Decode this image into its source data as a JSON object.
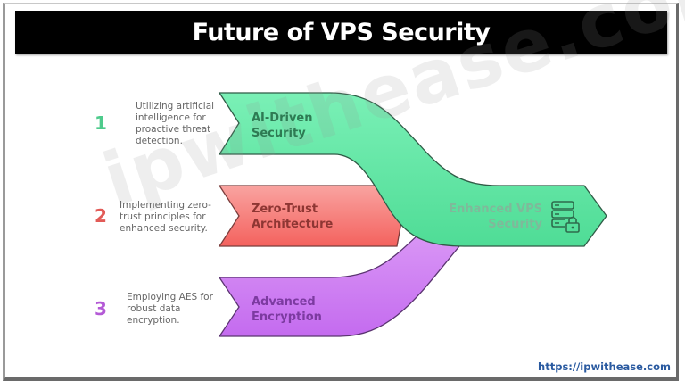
{
  "title": "Future of VPS Security",
  "items": [
    {
      "number": "1",
      "description": "Utilizing artificial intelligence for proactive threat detection.",
      "description_lines": [
        "Utilizing artificial",
        "intelligence for",
        "proactive threat",
        "detection."
      ],
      "label_lines": [
        "AI-Driven",
        "Security"
      ],
      "color": "#5fe3a1",
      "number_color": "#4ecb8c",
      "label_color": "#2e7a53"
    },
    {
      "number": "2",
      "description": "Implementing zero-trust principles for enhanced security.",
      "description_lines": [
        "Implementing zero-",
        "trust principles for",
        "enhanced security."
      ],
      "label_lines": [
        "Zero-Trust",
        "Architecture"
      ],
      "color": "#f87a76",
      "number_color": "#e25b57",
      "label_color": "#8e3633"
    },
    {
      "number": "3",
      "description": "Employing AES for robust data encryption.",
      "description_lines": [
        "Employing AES for",
        "robust data",
        "encryption."
      ],
      "label_lines": [
        "Advanced",
        "Encryption"
      ],
      "color": "#d48af5",
      "number_color": "#b45ad6",
      "label_color": "#7c3aa0"
    }
  ],
  "outcome": {
    "label_lines": [
      "Enhanced VPS",
      "Security"
    ],
    "icon": "server-lock-icon",
    "color": "#5fe3a1",
    "label_color": "#7fb99a"
  },
  "watermark": "ipwithease.com",
  "footer_url": "https://ipwithease.com"
}
